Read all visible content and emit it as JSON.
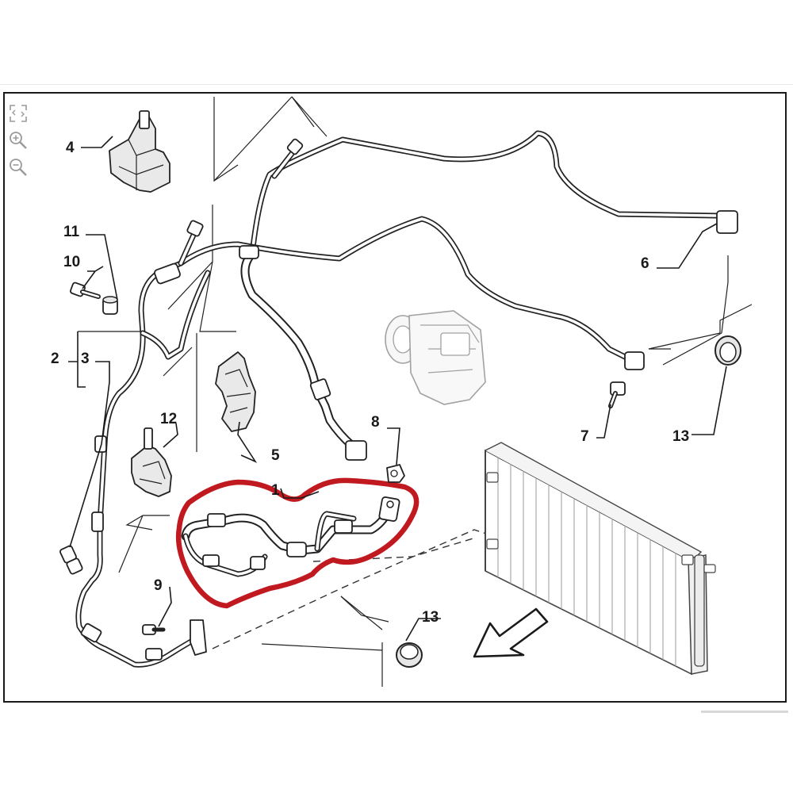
{
  "toolbar": {
    "icons": [
      "fit-to-view-icon",
      "zoom-in-icon",
      "zoom-out-icon"
    ]
  },
  "callouts": {
    "c1": "1",
    "c2": "2",
    "c3": "3",
    "c4": "4",
    "c5": "5",
    "c6": "6",
    "c7": "7",
    "c8": "8",
    "c9": "9",
    "c10": "10",
    "c11": "11",
    "c12": "12",
    "c13a": "13",
    "c13b": "13"
  },
  "colors": {
    "highlight": "#c0191f",
    "line": "#1a1a1a",
    "frame": "#1a1a1a"
  }
}
